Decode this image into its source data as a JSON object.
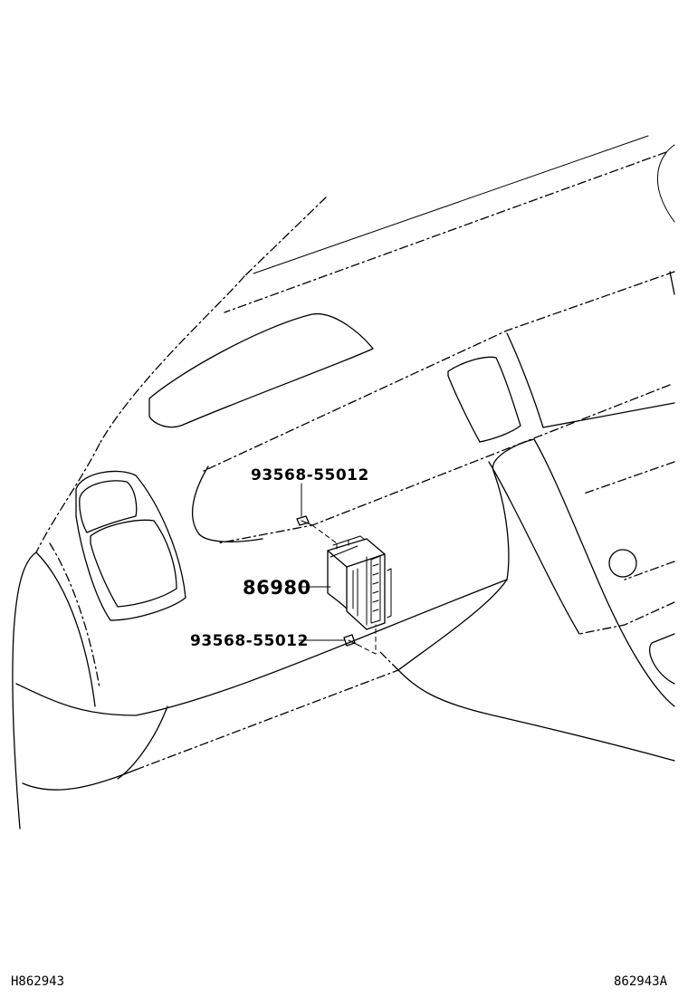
{
  "callouts": {
    "screw_upper": "93568-55012",
    "module": "86980",
    "screw_lower": "93568-55012"
  },
  "footer": {
    "left_code": "H862943",
    "right_code": "862943A"
  }
}
